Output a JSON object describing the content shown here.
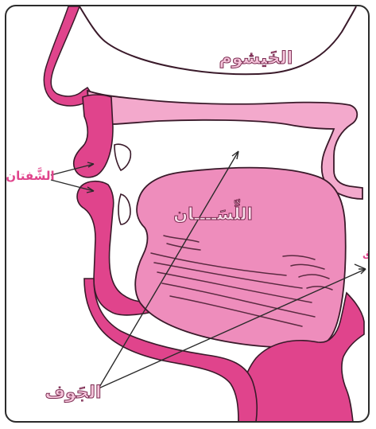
{
  "labels": {
    "nasal_cavity": "الخَيشوم",
    "lips": "الشَّفتان",
    "tongue": "اللِّسَــــان",
    "throat": "الحَلق",
    "oral_cavity": "الجَوف"
  },
  "colors": {
    "tissue": "#e0448c",
    "tissue_light": "#f3a9cc",
    "tongue": "#ee8dbc",
    "outline": "#3a1a2a",
    "label_fill": "#f6c6dc",
    "label_dark": "#2a2a2a",
    "background": "#ffffff"
  }
}
